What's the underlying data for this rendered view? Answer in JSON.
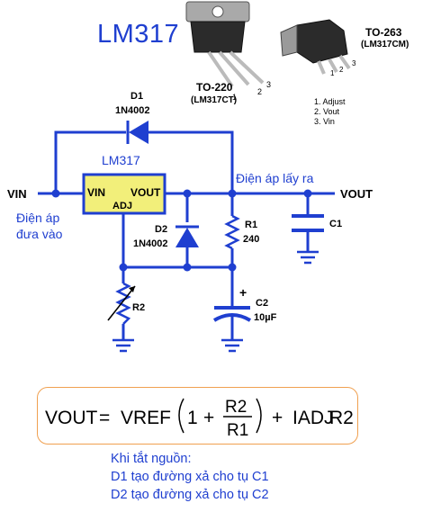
{
  "title": "LM317",
  "packages": {
    "to220": {
      "name": "TO-220",
      "part": "(LM317CT)",
      "pins": [
        "1",
        "2",
        "3"
      ]
    },
    "to263": {
      "name": "TO-263",
      "part": "(LM317CM)",
      "pins": [
        "1",
        "2",
        "3"
      ]
    },
    "pin_legend": [
      "1. Adjust",
      "2. Vout",
      "3. Vin"
    ]
  },
  "circuit": {
    "d1": {
      "ref": "D1",
      "part": "1N4002"
    },
    "d2": {
      "ref": "D2",
      "part": "1N4002"
    },
    "regulator": {
      "name": "LM317",
      "vin_pin": "VIN",
      "vout_pin": "VOUT",
      "adj_pin": "ADJ"
    },
    "r1": {
      "ref": "R1",
      "value": "240"
    },
    "r2": {
      "ref": "R2"
    },
    "c1": {
      "ref": "C1"
    },
    "c2": {
      "ref": "C2",
      "value": "10µF",
      "polarity": "+"
    },
    "vin_label": "VIN",
    "vout_label": "VOUT",
    "input_label": [
      "Điện áp",
      "đưa vào"
    ],
    "output_label": "Điện áp lấy ra"
  },
  "formula": {
    "lhs": "VOUT",
    "rhs_ref": "VREF",
    "numerator": "R2",
    "denominator": "R1",
    "iadj": "IADJ",
    "tail": "R2"
  },
  "notes": [
    "Khi tắt nguồn:",
    "D1 tạo đường xả cho tụ C1",
    "D2 tạo đường xả cho tụ C2"
  ],
  "colors": {
    "wire": "#1f3fd0",
    "text_blue": "#1f3fd0",
    "formula_border": "#f0a050",
    "package_metal": "#bdbdbd"
  }
}
